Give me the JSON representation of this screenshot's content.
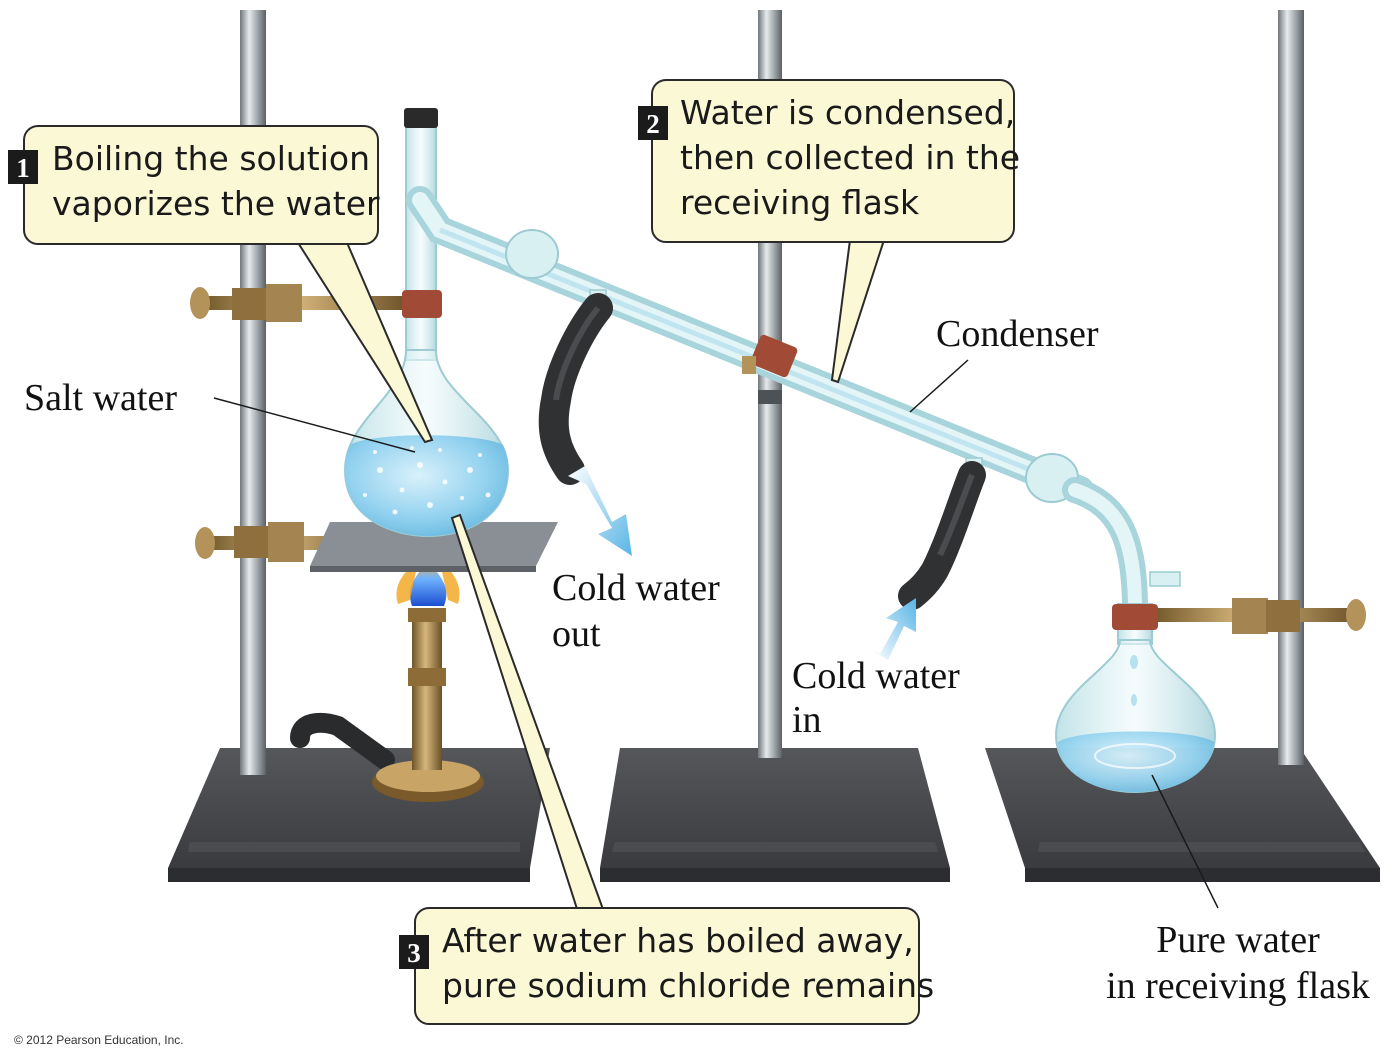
{
  "callouts": [
    {
      "number": "1",
      "lines": [
        "Boiling the solution",
        "vaporizes the water"
      ]
    },
    {
      "number": "2",
      "lines": [
        "Water is condensed,",
        "then collected in the",
        "receiving flask"
      ]
    },
    {
      "number": "3",
      "lines": [
        "After water has boiled away,",
        "pure sodium chloride remains"
      ]
    }
  ],
  "labels": {
    "salt_water": "Salt water",
    "condenser": "Condenser",
    "cold_water_out": [
      "Cold water",
      "out"
    ],
    "cold_water_in": [
      "Cold water",
      "in"
    ],
    "pure_water": [
      "Pure water",
      "in receiving flask"
    ]
  },
  "copyright": "© 2012 Pearson Education, Inc.",
  "colors": {
    "callout_fill": "#fbf8d6",
    "callout_stroke": "#2a2a2a",
    "step_badge": "#1b1b1b",
    "water": "#8fd0ef",
    "glass": "#d6eef2",
    "stand_base": "#3e3f42",
    "clamp": "#9a7a45",
    "rubber_band": "#a14a35",
    "hose": "#2f3133",
    "flow_arrow": "#6bbde8",
    "flame": "#2f6fe0"
  }
}
